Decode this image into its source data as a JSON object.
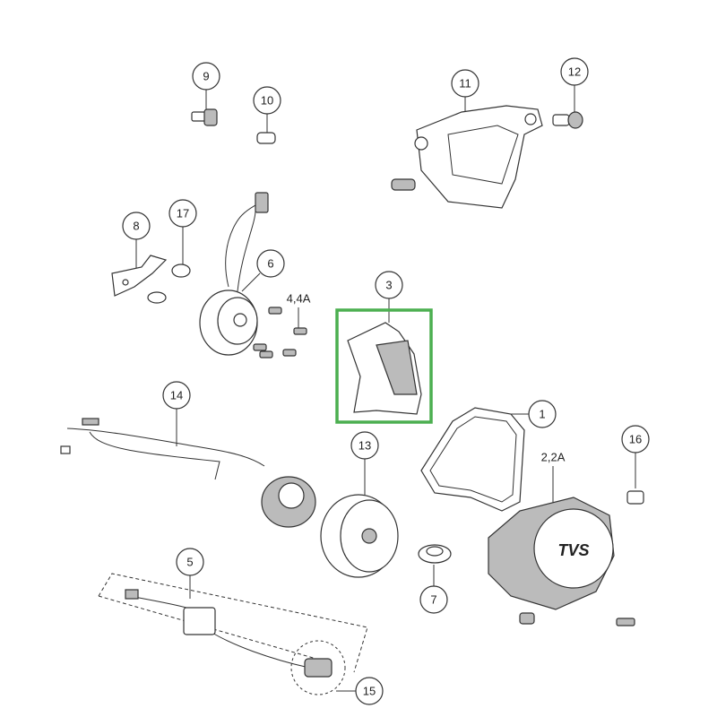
{
  "diagram": {
    "callouts": {
      "c9": "9",
      "c10": "10",
      "c11": "11",
      "c12": "12",
      "c8": "8",
      "c17": "17",
      "c6": "6",
      "c4": "4,4A",
      "c3": "3",
      "c14": "14",
      "c1": "1",
      "c16": "16",
      "c2": "2,2A",
      "c13": "13",
      "c5": "5",
      "c7": "7",
      "c15": "15"
    },
    "cover_logo": "TVS",
    "highlight_color": "#4caf50",
    "highlighted_part": "3"
  }
}
